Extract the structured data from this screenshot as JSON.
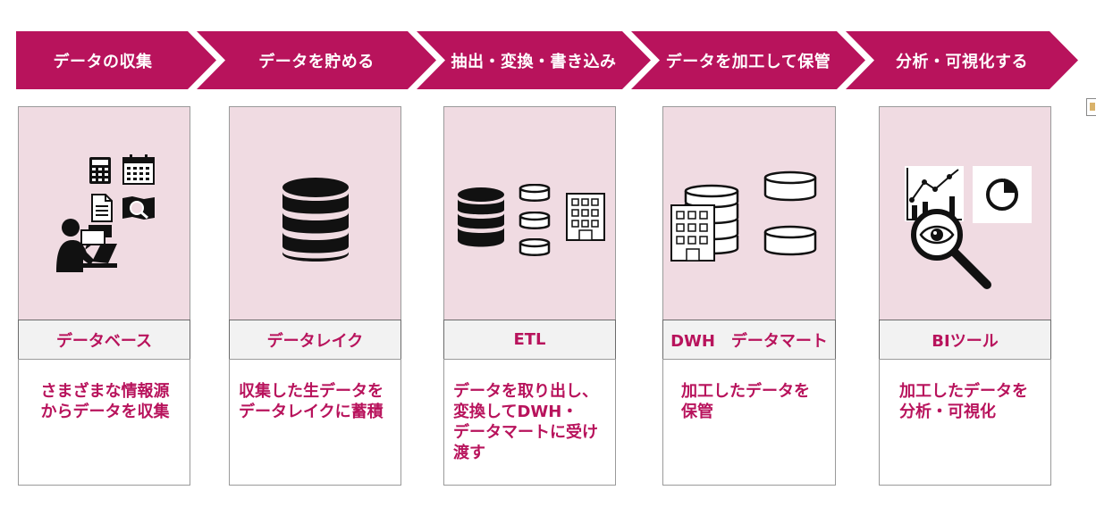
{
  "steps": [
    "データの収集",
    "データを貯める",
    "抽出・変換・書き込み",
    "データを加工して保管",
    "分析・可視化する"
  ],
  "columns": [
    {
      "label": "データベース",
      "desc_lines": [
        "さまざまな情報源",
        "からデータを収集"
      ]
    },
    {
      "label": "データレイク",
      "desc_lines": [
        "収集した生データを",
        "データレイクに蓄積"
      ]
    },
    {
      "label": "ETL",
      "desc_lines": [
        "データを取り出し、",
        "変換してDWH・",
        "データマートに受け",
        "渡す"
      ]
    },
    {
      "label": "DWH　データマート",
      "desc_lines": [
        "加工したデータを",
        "保管"
      ]
    },
    {
      "label": "BIツール",
      "desc_lines": [
        "加工したデータを",
        "分析・可視化"
      ]
    }
  ],
  "colors": {
    "accent": "#b8135c",
    "panel": "#f0dbe2",
    "label_bg": "#f2f2f2"
  },
  "icons": [
    "person-computer-icon",
    "calculator-icon",
    "calendar-icon",
    "document-icon",
    "map-search-icon",
    "chat-icon",
    "database-icon",
    "server-stack-icon",
    "building-icon",
    "cylinder-icon",
    "line-chart-icon",
    "pie-chart-icon",
    "magnifier-eye-icon"
  ]
}
